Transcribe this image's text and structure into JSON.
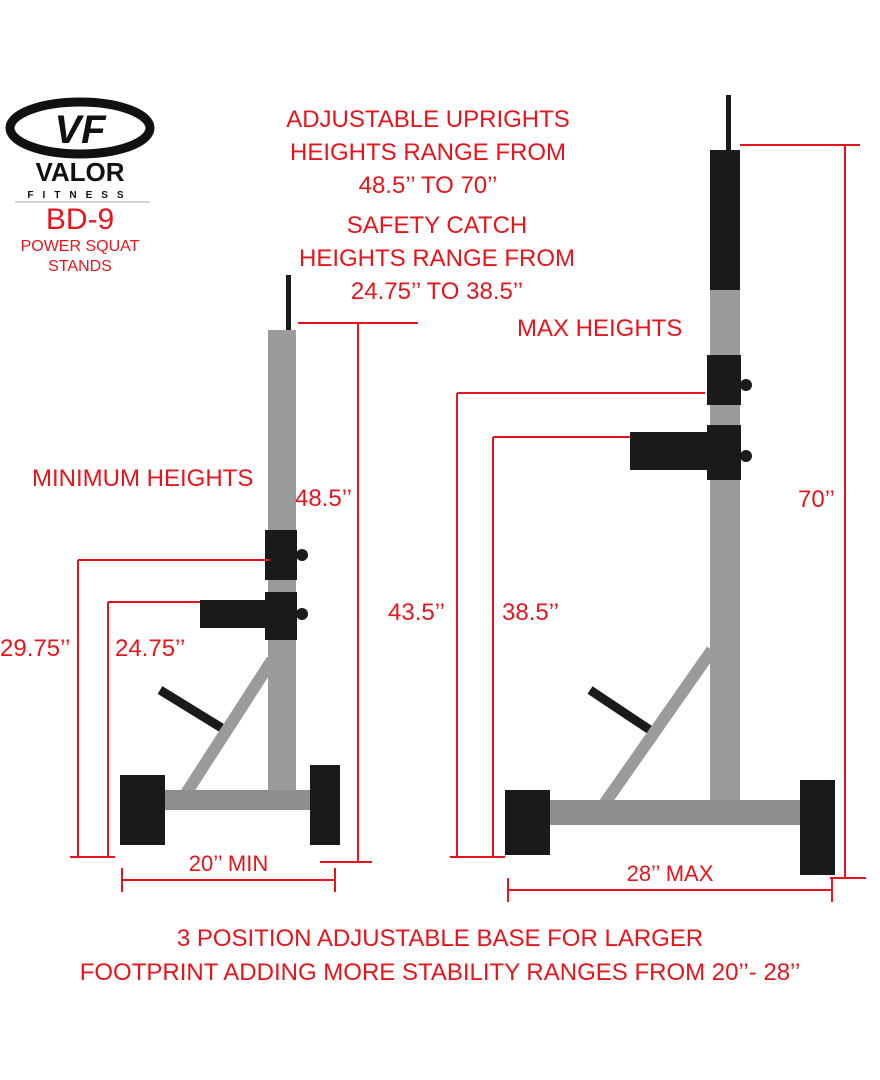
{
  "brand": {
    "logo_mark": "VF",
    "name": "VALOR",
    "sub": "FITNESS"
  },
  "product": {
    "model": "BD-9",
    "name_line1": "POWER SQUAT",
    "name_line2": "STANDS"
  },
  "headings": {
    "uprights": [
      "ADJUSTABLE UPRIGHTS",
      "HEIGHTS RANGE FROM",
      "48.5’’ TO 70’’"
    ],
    "safety": [
      "SAFETY CATCH",
      "HEIGHTS RANGE FROM",
      "24.75’’ TO 38.5’’"
    ],
    "max_heights": "MAX HEIGHTS",
    "min_heights": "MINIMUM HEIGHTS"
  },
  "dimensions": {
    "min_upright": "48.5’’",
    "min_bar": "29.75’’",
    "min_catch": "24.75’’",
    "min_width": "20’’ MIN",
    "max_upright": "70’’",
    "max_bar": "43.5’’",
    "max_catch": "38.5’’",
    "max_width": "28’’ MAX"
  },
  "footer": [
    "3 POSITION ADJUSTABLE BASE FOR LARGER",
    "FOOTPRINT ADDING MORE STABILITY RANGES FROM 20’’- 28’’"
  ],
  "colors": {
    "accent": "#e8141b",
    "frame": "#9b9b9b",
    "black": "#1a1a1a"
  }
}
